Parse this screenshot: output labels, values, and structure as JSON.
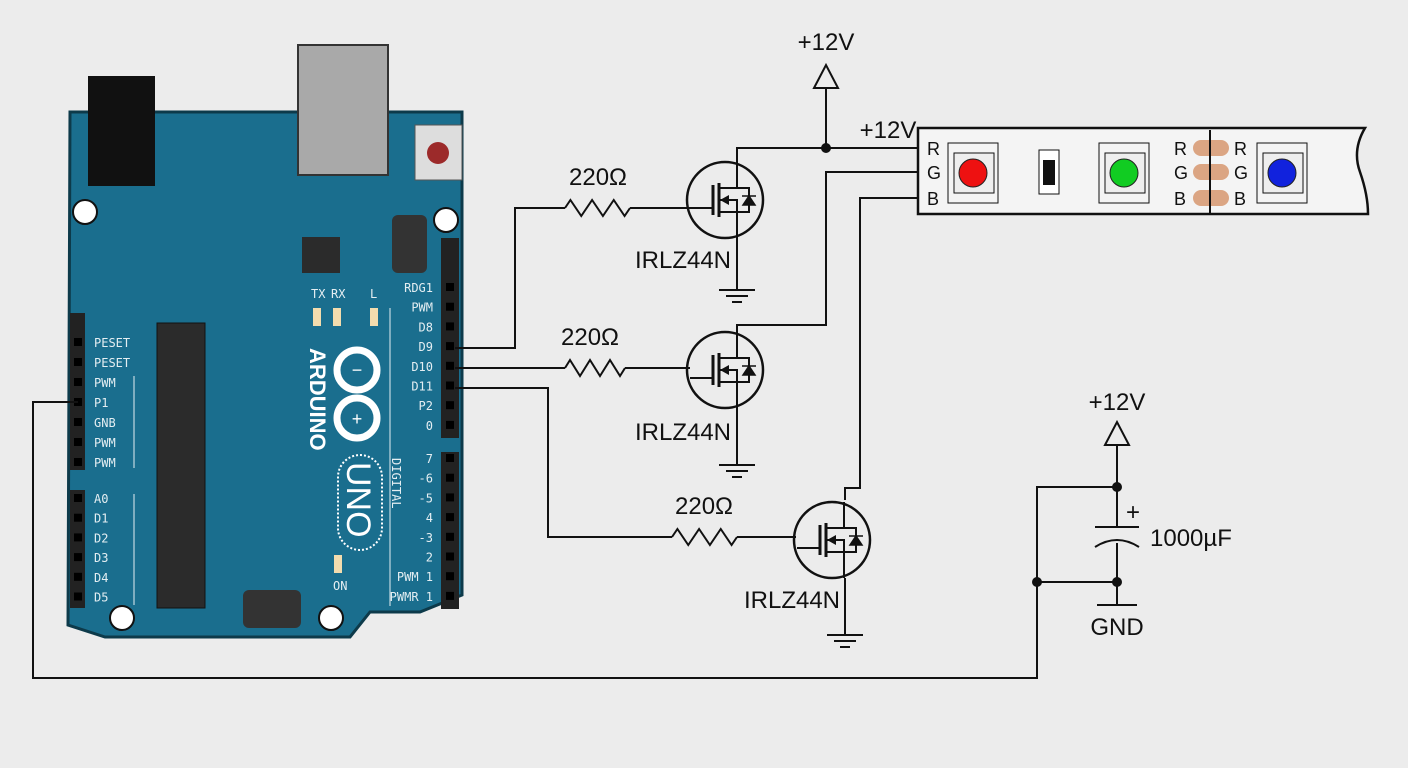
{
  "supply": {
    "top_label": "+12V",
    "strip_label": "+12V",
    "cap_label": "+12V"
  },
  "resistors": [
    {
      "value": "220Ω"
    },
    {
      "value": "220Ω"
    },
    {
      "value": "220Ω"
    }
  ],
  "mosfets": [
    {
      "part": "IRLZ44N"
    },
    {
      "part": "IRLZ44N"
    },
    {
      "part": "IRLZ44N"
    }
  ],
  "capacitor": {
    "value": "1000µF",
    "polarity": "+",
    "ground_label": "GND"
  },
  "led_strip": {
    "left_pads": [
      "R",
      "G",
      "B"
    ],
    "cut_left": [
      "R",
      "G",
      "B"
    ],
    "cut_right": [
      "R",
      "G",
      "B"
    ],
    "led_colors": [
      "#ee1111",
      "#11cc22",
      "#1122dd"
    ]
  },
  "arduino": {
    "brand": "ARDUINO",
    "model": "UNO",
    "digital_label": "DIGITAL",
    "board_color": "#1a6e8e",
    "left_upper_pins": [
      "PESET",
      "PESET",
      "PWM",
      "P1",
      "GNB",
      "PWM",
      "PWM"
    ],
    "left_lower_pins": [
      "A0",
      "D1",
      "D2",
      "D3",
      "D4",
      "D5"
    ],
    "right_upper_pins": [
      "RDG1",
      "PWM",
      "D8",
      "D9",
      "D10",
      "D11",
      "P2",
      "0"
    ],
    "right_lower_pins": [
      "7",
      "-6",
      "-5",
      "4",
      "-3",
      "2",
      "PWM 1",
      "PWMR 1"
    ],
    "led_labels": [
      "TX",
      "RX",
      "L",
      "ON"
    ]
  }
}
